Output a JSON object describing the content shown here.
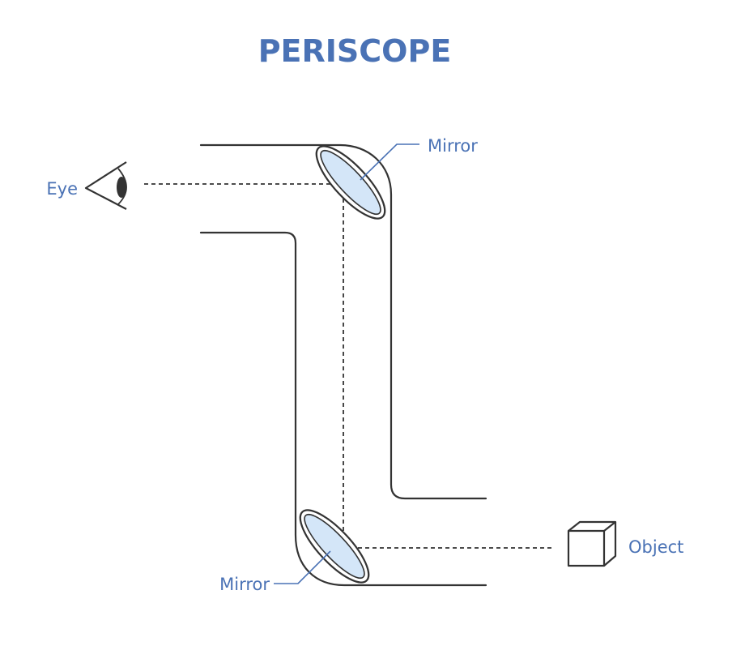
{
  "title": "PERISCOPE",
  "labels": {
    "eye": "Eye",
    "mirror_top": "Mirror",
    "mirror_bottom": "Mirror",
    "object": "Object"
  },
  "colors": {
    "title": "#4a72b5",
    "label": "#4a72b5",
    "outline": "#333333",
    "mirror_fill": "#d4e6f8",
    "leader": "#4a72b5"
  },
  "icons": {
    "eye": "eye-icon",
    "object": "cube-icon"
  }
}
